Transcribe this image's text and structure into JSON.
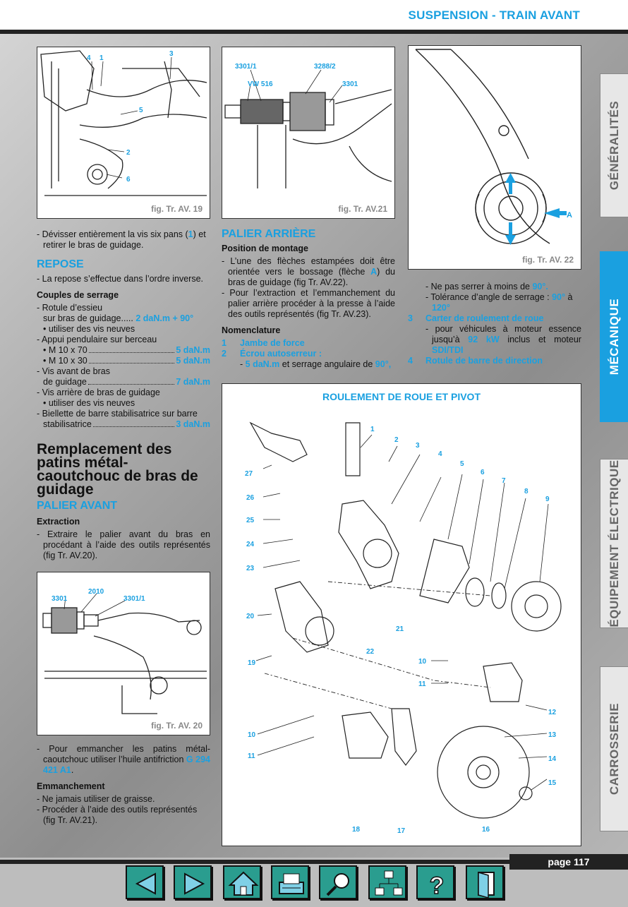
{
  "header": {
    "title": "SUSPENSION - TRAIN AVANT"
  },
  "tabs": [
    {
      "label": "GÉNÉRALITÉS",
      "active": false
    },
    {
      "label": "MÉCANIQUE",
      "active": true
    },
    {
      "label": "ÉQUIPEMENT ÉLECTRIQUE",
      "active": false
    },
    {
      "label": "CARROSSERIE",
      "active": false
    }
  ],
  "figures": {
    "fig19": {
      "caption": "fig. Tr. AV. 19",
      "labels": [
        "4",
        "1",
        "3",
        "5",
        "2",
        "6"
      ]
    },
    "fig21": {
      "caption": "fig. Tr. AV.21",
      "labels": [
        "3301/1",
        "3288/2",
        "VW 516",
        "3301"
      ]
    },
    "fig22": {
      "caption": "fig. Tr. AV. 22",
      "labels": [
        "A"
      ]
    },
    "fig20": {
      "caption": "fig. Tr. AV. 20",
      "labels": [
        "2010",
        "3301",
        "3301/1"
      ]
    }
  },
  "col1": {
    "intro": {
      "text_a": "Dévisser entièrement la vis six pans (",
      "ref": "1",
      "text_b": ") et retirer le bras de guidage."
    },
    "repose_title": "REPOSE",
    "repose_text": "La repose s’effectue dans l’ordre inverse.",
    "couples_title": "Couples de serrage",
    "couples": {
      "rotule_line1": "Rotule d’essieu",
      "rotule_line2_label": "sur bras de guidage.....",
      "rotule_line2_val": "2 daN.m + 90°",
      "rotule_note": "• utiliser des vis neuves",
      "appui": "Appui pendulaire sur berceau",
      "m70_label": "• M 10 x 70",
      "m70_val": "5 daN.m",
      "m30_label": "• M 10 x 30",
      "m30_val": "5 daN.m",
      "vis_avant_1": "Vis avant de bras",
      "vis_avant_2_label": "de guidage",
      "vis_avant_2_val": "7 daN.m",
      "vis_arriere": "Vis arrière de bras de guidage",
      "vis_arriere_note": "• utiliser des vis neuves",
      "biellette_1": "Biellette de barre stabilisatrice sur barre",
      "biellette_2_label": "stabilisatrice",
      "biellette_2_val": "3 daN.m"
    },
    "big_title": "Remplacement des patins métal-caoutchouc de bras de guidage",
    "palier_avant": "PALIER AVANT",
    "extraction_title": "Extraction",
    "extraction_text": "Extraire le palier avant du bras en procédant à l’aide des outils représentés (fig Tr. AV.20).",
    "emmancher_a": "Pour emmancher les patins métal-caoutchouc utiliser l’huile antifriction ",
    "emmancher_ref": "G 294 421 A1",
    "emmancher_b": ".",
    "emmanchement_title": "Emmanchement",
    "emm_1": "Ne jamais utiliser de graisse.",
    "emm_2": "Procéder à l’aide des outils représentés (fig Tr. AV.21)."
  },
  "col2": {
    "title": "PALIER ARRIÈRE",
    "position_title": "Position de montage",
    "p1_a": "L’une des flèches estampées doit être orientée vers le bossage (flèche ",
    "p1_ref": "A",
    "p1_b": ") du bras de guidage (fig Tr. AV.22).",
    "p2": "Pour l’extraction et l’emmanchement du palier arrière procéder à la presse à l’aide des outils représentés (fig Tr. AV.23).",
    "nomenclature_title": "Nomenclature",
    "n1_num": "1",
    "n1_text": "Jambe de force",
    "n2_num": "2",
    "n2_text": "Écrou autoserreur :",
    "n2_sub_val": "5 daN.m",
    "n2_sub_text": " et serrage angulaire de ",
    "n2_sub_angle": "90°,"
  },
  "col3": {
    "ne_pas_a": "Ne pas serrer à moins de ",
    "ne_pas_val": "90°.",
    "tol_a": "Tolérance d’angle de serrage : ",
    "tol_val1": "90°",
    "tol_b": " à ",
    "tol_val2": "120°",
    "n3_num": "3",
    "n3_text": "Carter de roulement de roue",
    "n3_sub_a": "pour véhicules à moteur essence jusqu’à ",
    "n3_sub_val": "92 kW",
    "n3_sub_b": " inclus et moteur ",
    "n3_sub_val2": "SDI/TDI",
    "n4_num": "4",
    "n4_text": "Rotule de barre de direction"
  },
  "diagram": {
    "title": "ROULEMENT DE ROUE ET PIVOT",
    "labels": [
      "1",
      "2",
      "3",
      "4",
      "5",
      "6",
      "7",
      "8",
      "9",
      "10",
      "11",
      "12",
      "13",
      "14",
      "15",
      "16",
      "17",
      "18",
      "19",
      "20",
      "21",
      "22",
      "23",
      "24",
      "25",
      "26",
      "27",
      "10",
      "11"
    ]
  },
  "footer": {
    "page": "page 117",
    "nav": [
      "previous-icon",
      "next-icon",
      "home-icon",
      "print-icon",
      "search-icon",
      "sitemap-icon",
      "help-icon",
      "exit-icon"
    ]
  }
}
